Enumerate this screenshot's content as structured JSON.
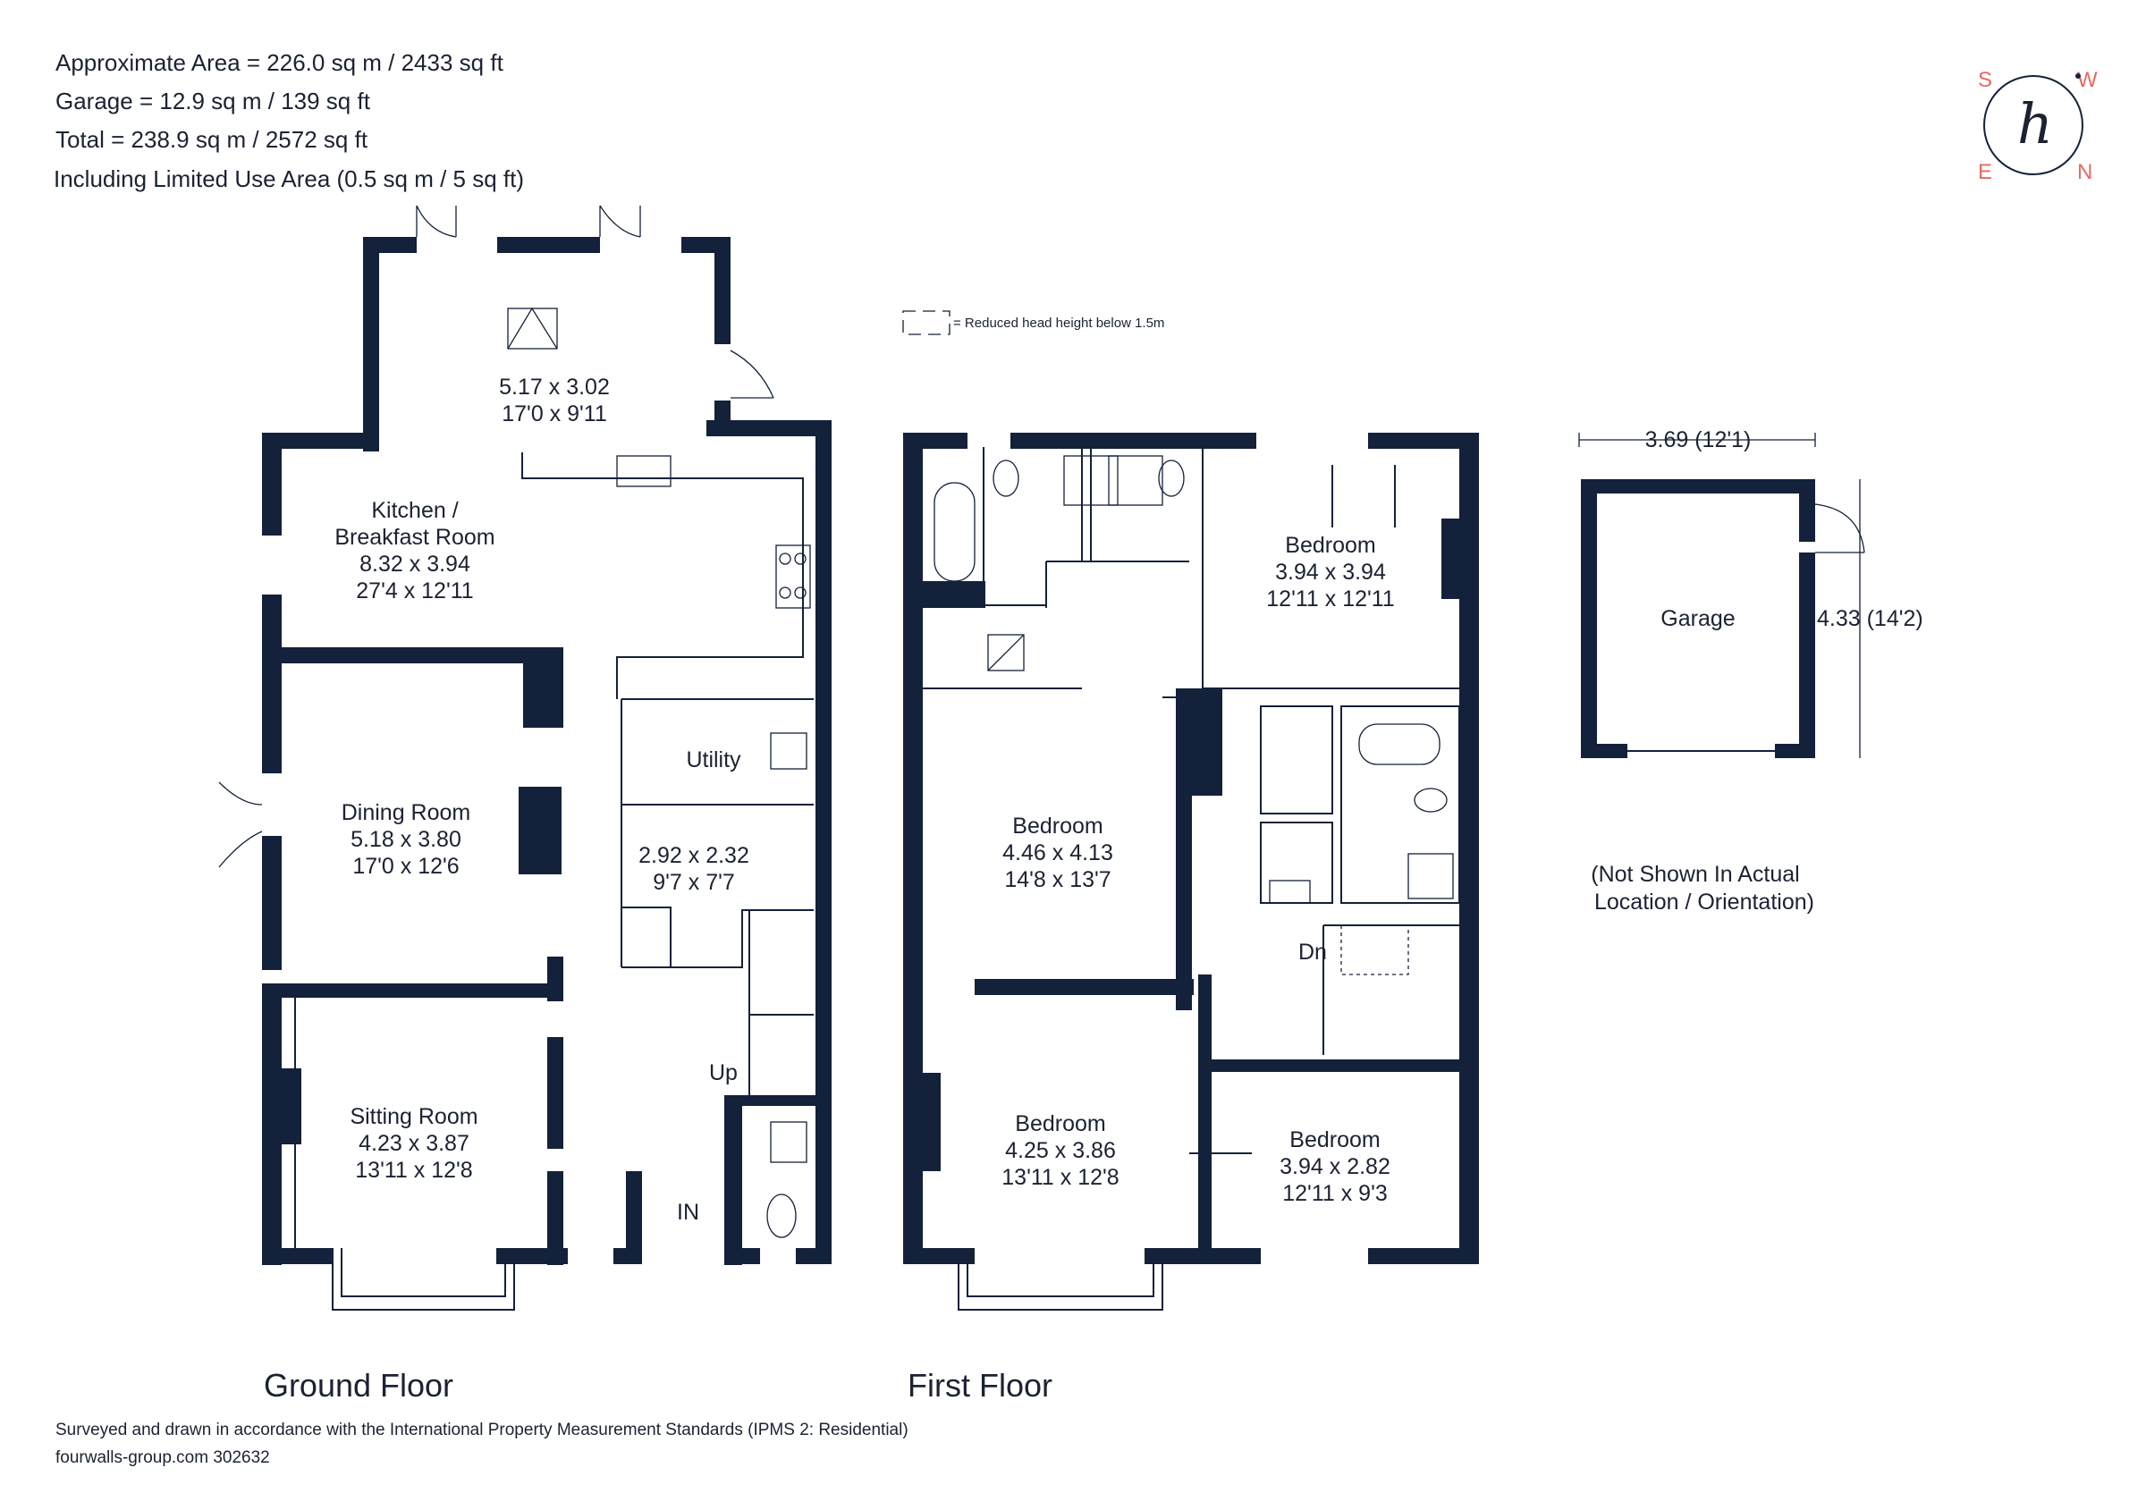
{
  "header": {
    "area_line": "Approximate Area = 226.0 sq m / 2433 sq ft",
    "garage_line": "Garage = 12.9 sq m / 139 sq ft",
    "total_line": "Total = 238.9 sq m / 2572 sq ft",
    "limited_line": "Including Limited Use Area (0.5 sq m / 5 sq ft)"
  },
  "compass": {
    "s": "S",
    "w": "W",
    "e": "E",
    "n": "N",
    "glyph": "h"
  },
  "legend": {
    "text": "= Reduced head height below 1.5m"
  },
  "ground_floor": {
    "title": "Ground Floor",
    "conservatory": {
      "size_m": "5.17 x 3.02",
      "size_ft": "17'0 x 9'11"
    },
    "kitchen": {
      "name_1": "Kitchen /",
      "name_2": "Breakfast Room",
      "size_m": "8.32 x 3.94",
      "size_ft": "27'4 x 12'11"
    },
    "utility": {
      "name": "Utility"
    },
    "store": {
      "size_m": "2.92 x 2.32",
      "size_ft": "9'7 x 7'7"
    },
    "dining": {
      "name": "Dining Room",
      "size_m": "5.18 x 3.80",
      "size_ft": "17'0 x 12'6"
    },
    "sitting": {
      "name": "Sitting Room",
      "size_m": "4.23 x 3.87",
      "size_ft": "13'11 x 12'8"
    },
    "up_label": "Up",
    "in_label": "IN"
  },
  "first_floor": {
    "title": "First Floor",
    "bed_ne": {
      "name": "Bedroom",
      "size_m": "3.94 x 3.94",
      "size_ft": "12'11 x 12'11"
    },
    "bed_w": {
      "name": "Bedroom",
      "size_m": "4.46 x 4.13",
      "size_ft": "14'8 x 13'7"
    },
    "bed_sw": {
      "name": "Bedroom",
      "size_m": "4.25 x 3.86",
      "size_ft": "13'11 x 12'8"
    },
    "bed_se": {
      "name": "Bedroom",
      "size_m": "3.94 x 2.82",
      "size_ft": "12'11 x 9'3"
    },
    "dn_label": "Dn"
  },
  "garage": {
    "name": "Garage",
    "width_label": "3.69 (12'1)",
    "depth_label": "4.33 (14'2)",
    "note_1": "(Not Shown In Actual",
    "note_2": "Location / Orientation)"
  },
  "footer": {
    "standards": "Surveyed and drawn in accordance with the International Property Measurement Standards (IPMS 2: Residential)",
    "ref": "fourwalls-group.com 302632"
  },
  "colors": {
    "wall": "#13213a",
    "text": "#1b2232",
    "logo_accent": "#e46a63"
  }
}
